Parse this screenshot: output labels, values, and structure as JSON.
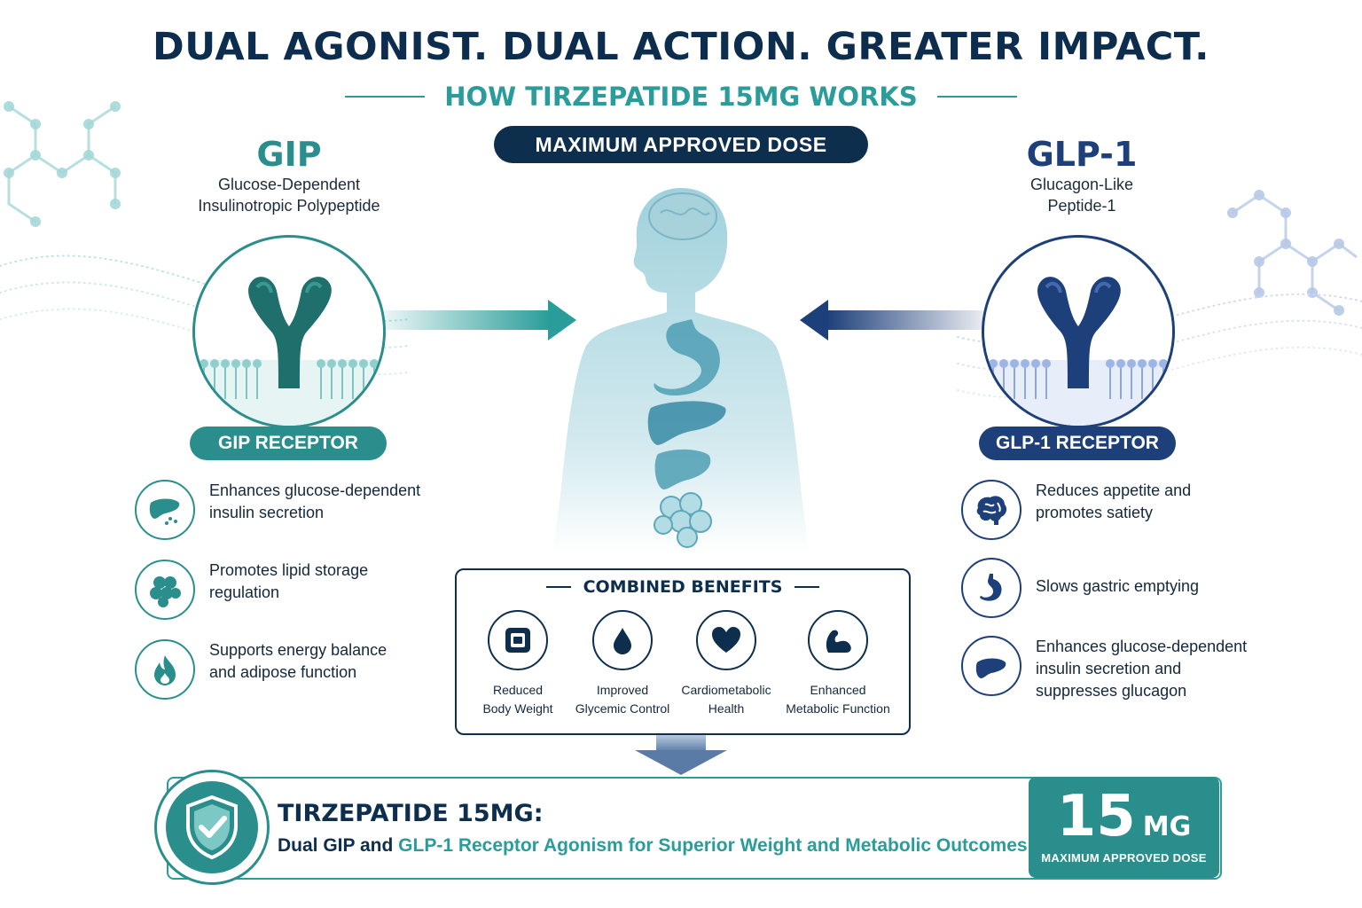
{
  "header": {
    "title": "DUAL AGONIST. DUAL ACTION. GREATER IMPACT.",
    "subtitle": "HOW TIRZEPATIDE 15MG WORKS",
    "dose_badge": "MAXIMUM APPROVED DOSE"
  },
  "gip": {
    "title": "GIP",
    "subtitle_line1": "Glucose-Dependent",
    "subtitle_line2": "Insulinotropic Polypeptide",
    "receptor_label": "GIP RECEPTOR",
    "color": "#2a8f8c",
    "benefits": [
      {
        "icon": "pancreas-icon",
        "line1": "Enhances glucose-dependent",
        "line2": "insulin secretion"
      },
      {
        "icon": "fat-cells-icon",
        "line1": "Promotes lipid storage",
        "line2": "regulation"
      },
      {
        "icon": "flame-icon",
        "line1": "Supports energy balance",
        "line2": "and adipose function"
      }
    ]
  },
  "glp1": {
    "title": "GLP-1",
    "subtitle_line1": "Glucagon-Like",
    "subtitle_line2": "Peptide-1",
    "receptor_label": "GLP-1 RECEPTOR",
    "color": "#1d3f7a",
    "benefits": [
      {
        "icon": "brain-icon",
        "line1": "Reduces appetite and",
        "line2": "promotes satiety",
        "line3": ""
      },
      {
        "icon": "stomach-icon",
        "line1": "Slows gastric emptying",
        "line2": "",
        "line3": ""
      },
      {
        "icon": "pancreas-icon",
        "line1": "Enhances glucose-dependent",
        "line2": "insulin secretion and",
        "line3": "suppresses glucagon"
      }
    ]
  },
  "combined": {
    "heading": "COMBINED BENEFITS",
    "items": [
      {
        "icon": "scale-icon",
        "line1": "Reduced",
        "line2": "Body Weight"
      },
      {
        "icon": "drop-icon",
        "line1": "Improved",
        "line2": "Glycemic Control"
      },
      {
        "icon": "heart-icon",
        "line1": "Cardiometabolic",
        "line2": "Health"
      },
      {
        "icon": "muscle-icon",
        "line1": "Enhanced",
        "line2": "Metabolic Function"
      }
    ]
  },
  "bottom": {
    "title": "TIRZEPATIDE 15MG:",
    "sub_part1": "Dual GIP and ",
    "sub_part2": "GLP-1 Receptor Agonism for Superior Weight and Metabolic Outcomes",
    "dose_number": "15",
    "dose_unit": "MG",
    "dose_label": "MAXIMUM APPROVED DOSE"
  }
}
